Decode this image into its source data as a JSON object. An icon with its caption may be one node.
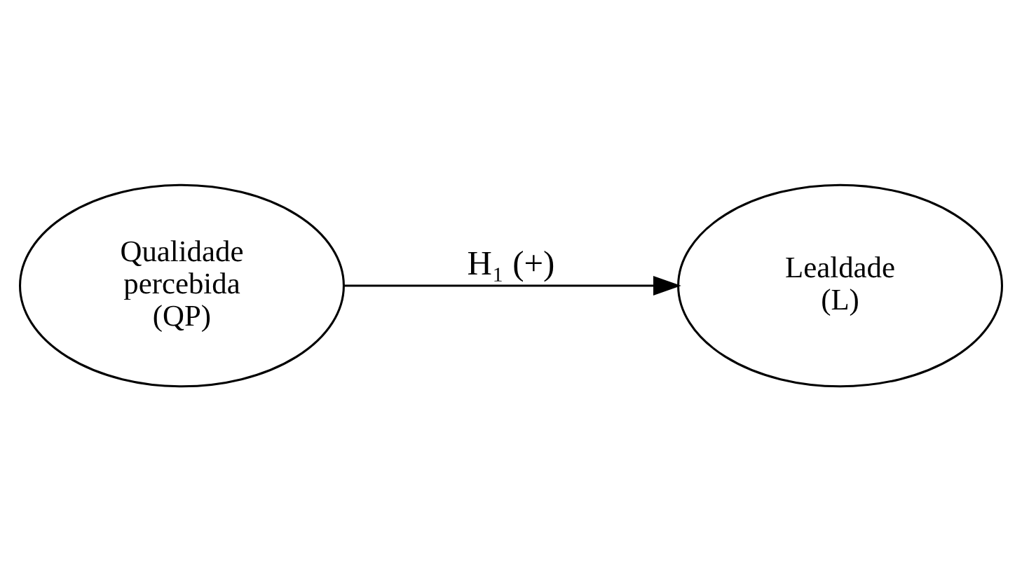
{
  "diagram": {
    "nodes": [
      {
        "text": [
          "Qualidade percebida (QP)"
        ]
      },
      {
        "text": [
          "Lealdade (L)"
        ]
      }
    ],
    "edges": [
      {
        "from": 0,
        "to": 1,
        "arrow": "to",
        "label": "H₁ (+)"
      }
    ]
  }
}
